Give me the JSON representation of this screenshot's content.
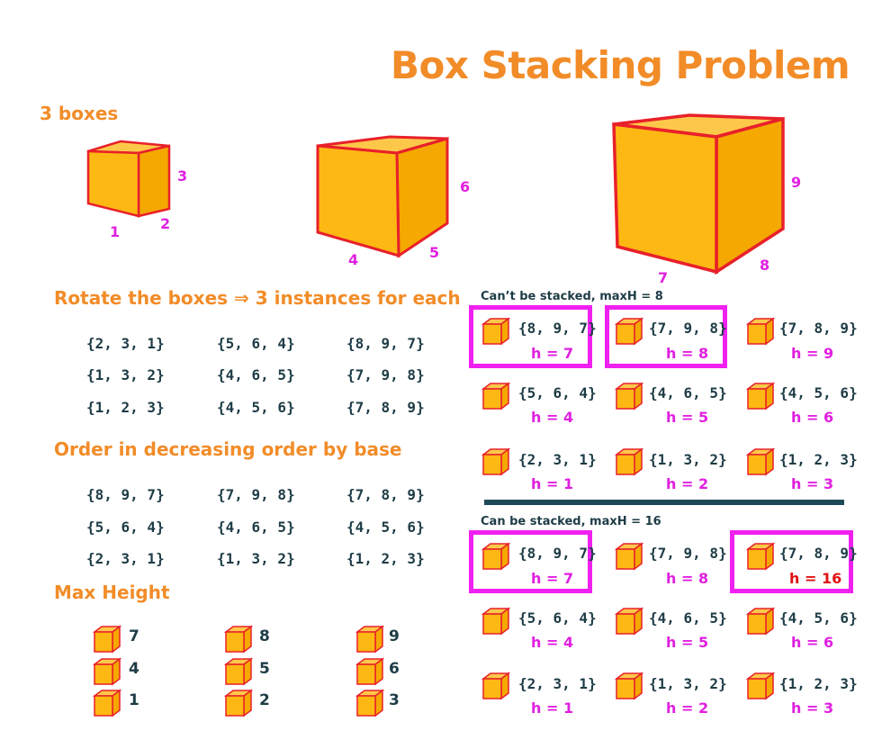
{
  "title": "Box Stacking Problem",
  "boxes_heading": "3 boxes",
  "boxes": [
    {
      "w": "1",
      "d": "2",
      "h": "3"
    },
    {
      "w": "4",
      "d": "5",
      "h": "6"
    },
    {
      "w": "7",
      "d": "8",
      "h": "9"
    }
  ],
  "rotate_heading": "Rotate the boxes ⇒ 3 instances for each",
  "rotations": [
    [
      "{2, 3, 1}",
      "{5, 6, 4}",
      "{8, 9, 7}"
    ],
    [
      "{1, 3, 2}",
      "{4, 6, 5}",
      "{7, 9, 8}"
    ],
    [
      "{1, 2, 3}",
      "{4, 5, 6}",
      "{7, 8, 9}"
    ]
  ],
  "order_heading": "Order in decreasing order by base",
  "ordered": [
    [
      "{8, 9, 7}",
      "{7, 9, 8}",
      "{7, 8, 9}"
    ],
    [
      "{5, 6, 4}",
      "{4, 6, 5}",
      "{4, 5, 6}"
    ],
    [
      "{2, 3, 1}",
      "{1, 3, 2}",
      "{1, 2, 3}"
    ]
  ],
  "maxh_heading": "Max Height",
  "maxh": [
    [
      "7",
      "8",
      "9"
    ],
    [
      "4",
      "5",
      "6"
    ],
    [
      "1",
      "2",
      "3"
    ]
  ],
  "panel1": {
    "caption": "Can’t be stacked, maxH = 8",
    "rows": [
      [
        {
          "t": "{8, 9, 7}",
          "h": "h = 7"
        },
        {
          "t": "{7, 9, 8}",
          "h": "h = 8"
        },
        {
          "t": "{7, 8, 9}",
          "h": "h = 9"
        }
      ],
      [
        {
          "t": "{5, 6, 4}",
          "h": "h = 4"
        },
        {
          "t": "{4, 6, 5}",
          "h": "h = 5"
        },
        {
          "t": "{4, 5, 6}",
          "h": "h = 6"
        }
      ],
      [
        {
          "t": "{2, 3, 1}",
          "h": "h = 1"
        },
        {
          "t": "{1, 3, 2}",
          "h": "h = 2"
        },
        {
          "t": "{1, 2, 3}",
          "h": "h = 3"
        }
      ]
    ]
  },
  "panel2": {
    "caption": "Can be stacked, maxH = 16",
    "rows": [
      [
        {
          "t": "{8, 9, 7}",
          "h": "h = 7"
        },
        {
          "t": "{7, 9, 8}",
          "h": "h = 8"
        },
        {
          "t": "{7, 8, 9}",
          "h": "h = 16"
        }
      ],
      [
        {
          "t": "{5, 6, 4}",
          "h": "h = 4"
        },
        {
          "t": "{4, 6, 5}",
          "h": "h = 5"
        },
        {
          "t": "{4, 5, 6}",
          "h": "h = 6"
        }
      ],
      [
        {
          "t": "{2, 3, 1}",
          "h": "h = 1"
        },
        {
          "t": "{1, 3, 2}",
          "h": "h = 2"
        },
        {
          "t": "{1, 2, 3}",
          "h": "h = 3"
        }
      ]
    ]
  },
  "colors": {
    "accent": "#F28C28",
    "magenta": "#E020E0",
    "dark": "#1E3C46",
    "box_fill": "#FDB813",
    "box_edge": "#E8202A",
    "highlight_red": "#E01010"
  }
}
